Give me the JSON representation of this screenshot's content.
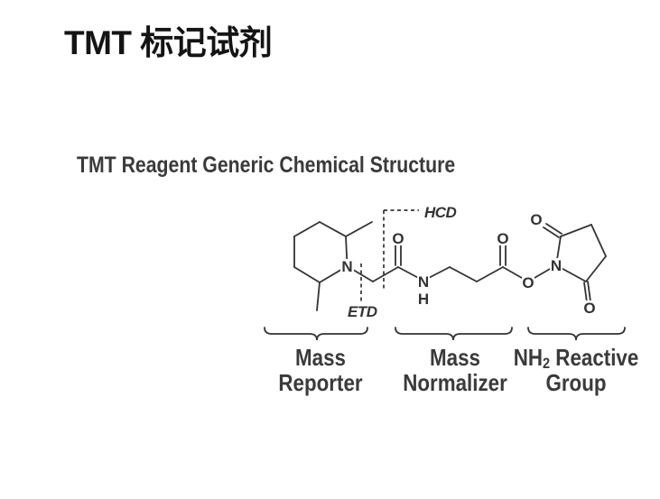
{
  "page": {
    "title": "TMT 标记试剂",
    "heading": "TMT Reagent Generic Chemical Structure"
  },
  "diagram": {
    "atoms": {
      "piperidine_n": "N",
      "amide_o": "O",
      "amide_n": "N",
      "amide_h": "H",
      "ester_carbonyl_o": "O",
      "ester_o": "O",
      "nhs_n": "N",
      "nhs_o_top": "O",
      "nhs_o_bottom": "O"
    },
    "cleavage": {
      "hcd": "HCD",
      "etd": "ETD"
    },
    "regions": {
      "reporter": {
        "line1": "Mass",
        "line2": "Reporter"
      },
      "normalizer": {
        "line1": "Mass",
        "line2": "Normalizer"
      },
      "reactive": {
        "line1_main": "NH",
        "line1_sub": "2",
        "line1_rest": "Reactive",
        "line2": "Group"
      }
    }
  },
  "colors": {
    "ink": "#333333",
    "title": "#141414"
  }
}
